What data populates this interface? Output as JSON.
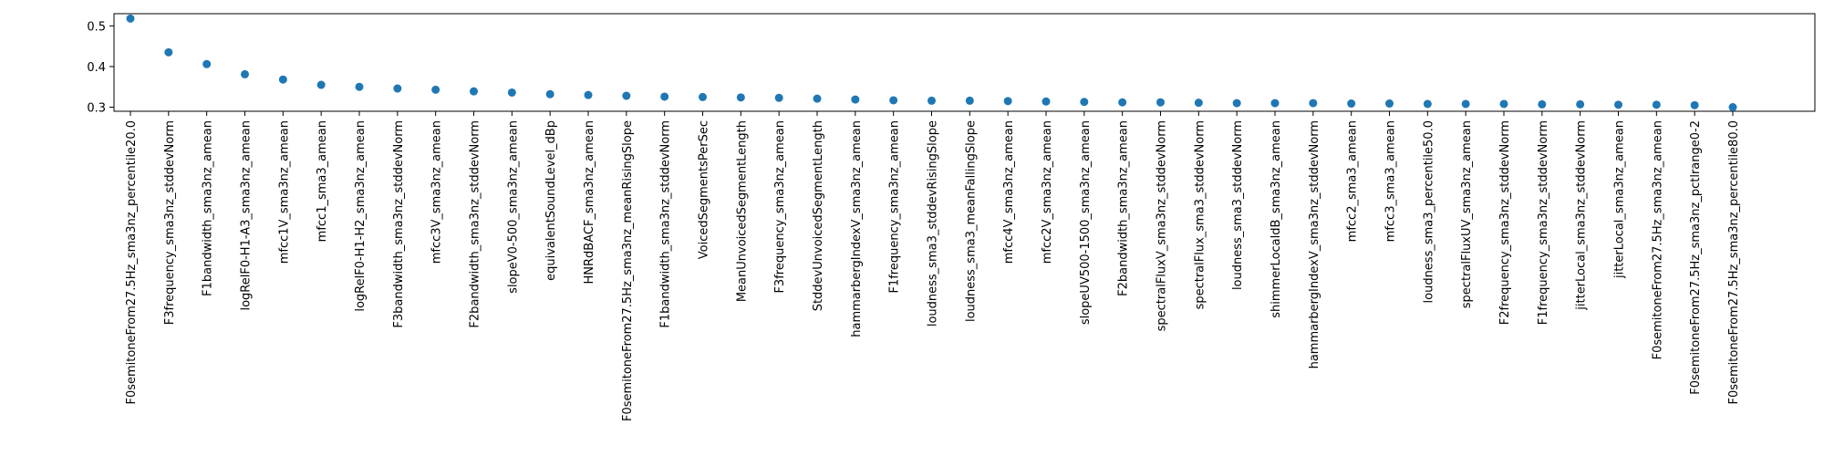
{
  "chart_data": {
    "type": "scatter",
    "title": "",
    "xlabel": "",
    "ylabel": "",
    "ylim": [
      0.29,
      0.53
    ],
    "yticks": [
      0.3,
      0.4,
      0.5
    ],
    "ytick_labels": [
      "0.3",
      "0.4",
      "0.5"
    ],
    "marker_color": "#1f77b4",
    "grid": false,
    "categories": [
      "F0semitoneFrom27.5Hz_sma3nz_percentile20.0",
      "F3frequency_sma3nz_stddevNorm",
      "F1bandwidth_sma3nz_amean",
      "logRelF0-H1-A3_sma3nz_amean",
      "mfcc1V_sma3nz_amean",
      "mfcc1_sma3_amean",
      "logRelF0-H1-H2_sma3nz_amean",
      "F3bandwidth_sma3nz_stddevNorm",
      "mfcc3V_sma3nz_amean",
      "F2bandwidth_sma3nz_stddevNorm",
      "slopeV0-500_sma3nz_amean",
      "equivalentSoundLevel_dBp",
      "HNRdBACF_sma3nz_amean",
      "F0semitoneFrom27.5Hz_sma3nz_meanRisingSlope",
      "F1bandwidth_sma3nz_stddevNorm",
      "VoicedSegmentsPerSec",
      "MeanUnvoicedSegmentLength",
      "F3frequency_sma3nz_amean",
      "StddevUnvoicedSegmentLength",
      "hammarbergIndexV_sma3nz_amean",
      "F1frequency_sma3nz_amean",
      "loudness_sma3_stddevRisingSlope",
      "loudness_sma3_meanFallingSlope",
      "mfcc4V_sma3nz_amean",
      "mfcc2V_sma3nz_amean",
      "slopeUV500-1500_sma3nz_amean",
      "F2bandwidth_sma3nz_amean",
      "spectralFluxV_sma3nz_stddevNorm",
      "spectralFlux_sma3_stddevNorm",
      "loudness_sma3_stddevNorm",
      "shimmerLocaldB_sma3nz_amean",
      "hammarbergIndexV_sma3nz_stddevNorm",
      "mfcc2_sma3_amean",
      "mfcc3_sma3_amean",
      "loudness_sma3_percentile50.0",
      "spectralFluxUV_sma3nz_amean",
      "F2frequency_sma3nz_stddevNorm",
      "F1frequency_sma3nz_stddevNorm",
      "jitterLocal_sma3nz_stddevNorm",
      "jitterLocal_sma3nz_amean",
      "F0semitoneFrom27.5Hz_sma3nz_amean",
      "F0semitoneFrom27.5Hz_sma3nz_pctlrange0-2",
      "F0semitoneFrom27.5Hz_sma3nz_percentile80.0"
    ],
    "values": [
      0.518,
      0.435,
      0.406,
      0.381,
      0.368,
      0.355,
      0.35,
      0.346,
      0.343,
      0.339,
      0.336,
      0.332,
      0.33,
      0.328,
      0.326,
      0.325,
      0.324,
      0.323,
      0.321,
      0.319,
      0.317,
      0.316,
      0.316,
      0.315,
      0.314,
      0.313,
      0.312,
      0.312,
      0.311,
      0.31,
      0.31,
      0.31,
      0.309,
      0.309,
      0.308,
      0.308,
      0.308,
      0.307,
      0.307,
      0.306,
      0.306,
      0.305,
      0.3
    ]
  }
}
